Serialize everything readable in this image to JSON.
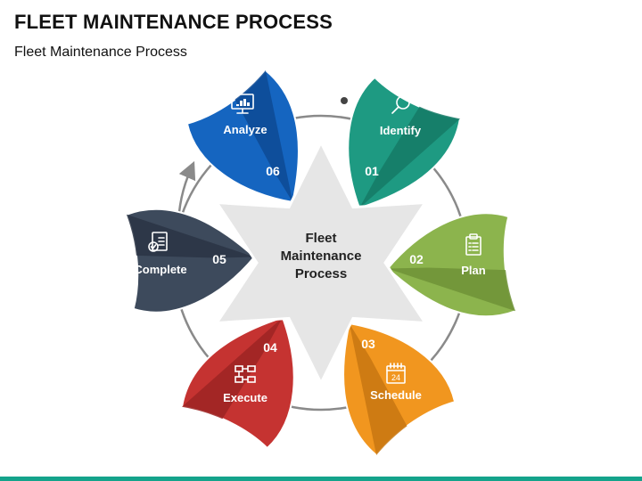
{
  "header": {
    "title": "FLEET MAINTENANCE PROCESS",
    "subtitle": "Fleet Maintenance Process"
  },
  "center": {
    "lines": [
      "Fleet",
      "Maintenance",
      "Process"
    ]
  },
  "steps": [
    {
      "number": "01",
      "label": "Identify",
      "icon": "magnifier-icon",
      "color": "#1e9a82",
      "dark": "#157a66"
    },
    {
      "number": "02",
      "label": "Plan",
      "icon": "clipboard-icon",
      "color": "#8cb44d",
      "dark": "#6f9237"
    },
    {
      "number": "03",
      "label": "Schedule",
      "icon": "calendar-icon",
      "color": "#f1961f",
      "dark": "#c87712"
    },
    {
      "number": "04",
      "label": "Execute",
      "icon": "flowchart-icon",
      "color": "#c53331",
      "dark": "#9c2523"
    },
    {
      "number": "05",
      "label": "Complete",
      "icon": "checklist-icon",
      "color": "#3d4a5c",
      "dark": "#2a3444"
    },
    {
      "number": "06",
      "label": "Analyze",
      "icon": "monitor-chart-icon",
      "color": "#1565c0",
      "dark": "#0d4a94"
    }
  ],
  "calendar_day": "24",
  "colors": {
    "star": "#e6e6e6",
    "ring": "#8a8a8a",
    "accent_bar": "#14a38b"
  }
}
